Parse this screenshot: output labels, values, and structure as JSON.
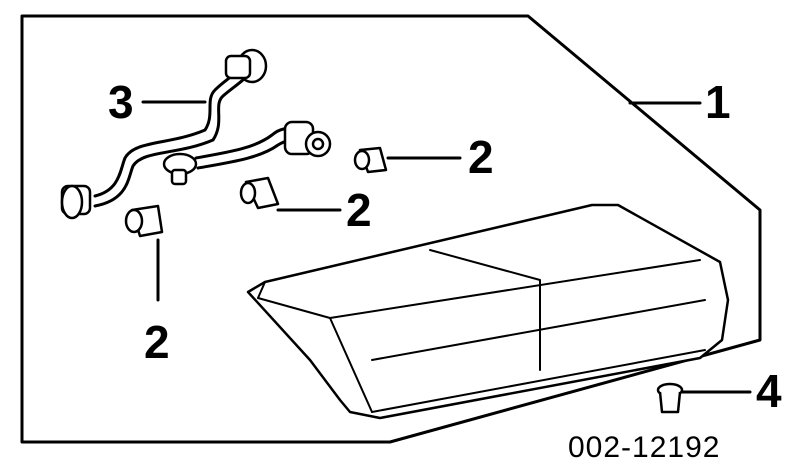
{
  "diagram": {
    "callouts": {
      "lamp_assembly": "1",
      "bulb_a": "2",
      "bulb_b": "2",
      "bulb_c": "2",
      "harness": "3",
      "clip": "4"
    },
    "part_number": "002-12192"
  }
}
